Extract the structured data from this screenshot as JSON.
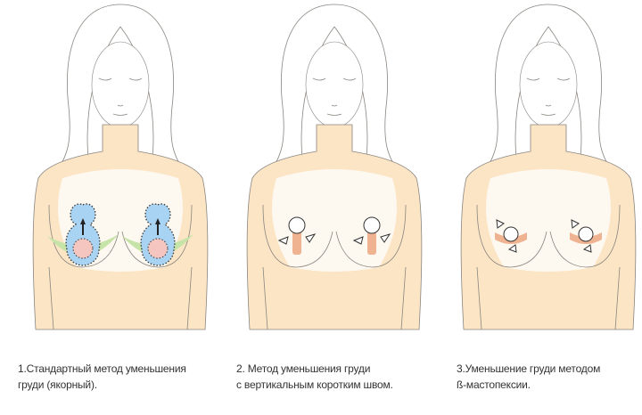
{
  "colors": {
    "skin": "#fce5c4",
    "line": "#8a8580",
    "areola": "#f5c6c0",
    "blue": "#a9d3f2",
    "green": "#c6e3a8",
    "incision": "#f0b392"
  },
  "figures": [
    {
      "method": "anchor",
      "caption_line1": "1.Стандартный метод уменьшения",
      "caption_line2": "груди (якорный)."
    },
    {
      "method": "vertical",
      "caption_line1": "2. Метод уменьшения груди",
      "caption_line2": "с вертикальным коротким швом."
    },
    {
      "method": "beta",
      "caption_line1": "3.Уменьшение груди методом",
      "caption_line2": "ß-мастопексии."
    }
  ]
}
